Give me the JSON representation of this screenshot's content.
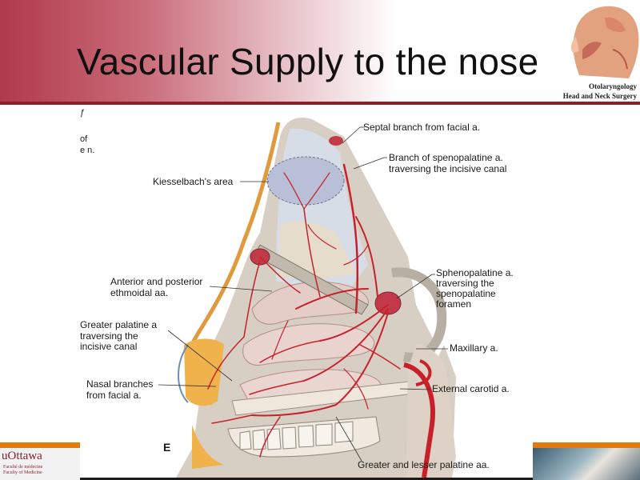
{
  "slide": {
    "title": "Vascular Supply to the nose",
    "department": {
      "line1": "Otolaryngology",
      "line2": "Head and Neck Surgery"
    },
    "university": {
      "name": "uOttawa",
      "faculty_fr": "Faculté de médecine",
      "faculty_en": "Faculty of Medicine"
    }
  },
  "figure": {
    "cropped_text": {
      "line1": "ƒ",
      "line2": "of",
      "line3": "e n."
    },
    "panel_letter": "E",
    "labels": {
      "septal_branch": "Septal branch from facial a.",
      "spenopalatine_branch_1": "Branch of spenopalatine a.",
      "spenopalatine_branch_2": "traversing the incisive canal",
      "kiesselbach": "Kiesselbach's area",
      "ethmoidal_1": "Anterior and posterior",
      "ethmoidal_2": "ethmoidal aa.",
      "sphenopalatine_1": "Sphenopalatine a.",
      "sphenopalatine_2": "traversing the",
      "sphenopalatine_3": "spenopalatine",
      "sphenopalatine_4": "foramen",
      "greater_palatine_1": "Greater palatine a",
      "greater_palatine_2": "traversing the",
      "greater_palatine_3": "incisive canal",
      "maxillary": "Maxillary a.",
      "nasal_branches_1": "Nasal branches",
      "nasal_branches_2": "from facial a.",
      "external_carotid": "External carotid a.",
      "greater_lesser_palatine": "Greater and lesser palatine aa."
    }
  },
  "colors": {
    "accent": "#8a1f2e",
    "artery": "#c8202a",
    "footer_orange": "#e07b12"
  }
}
